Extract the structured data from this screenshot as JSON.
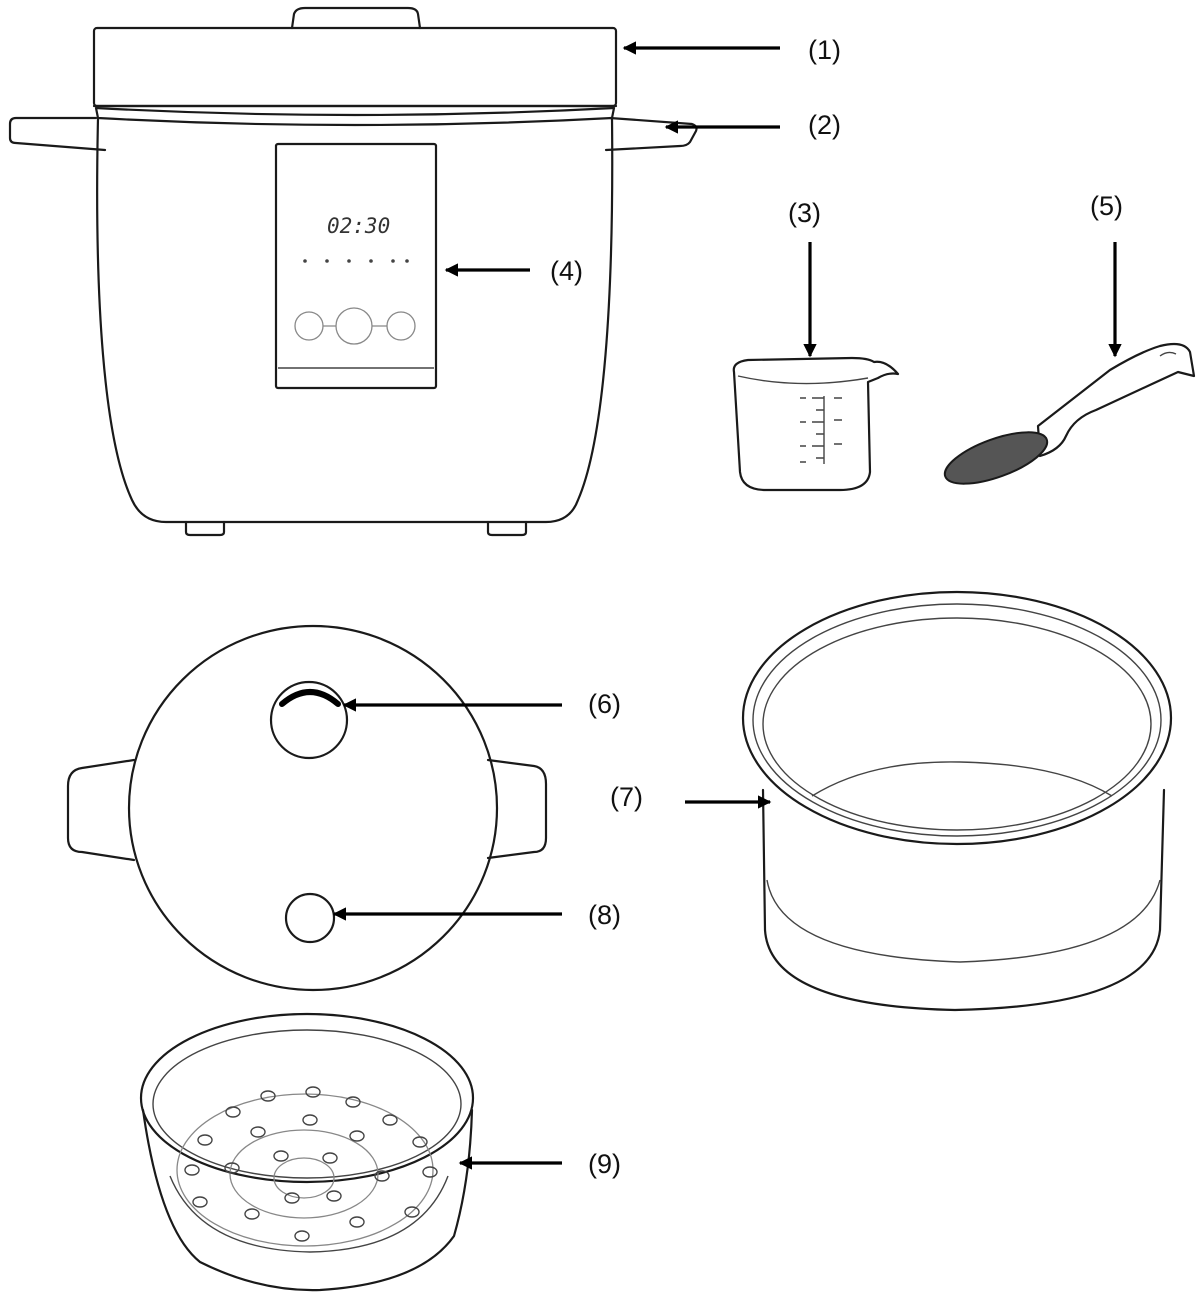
{
  "display": {
    "time": "02:30"
  },
  "callouts": [
    {
      "id": "1",
      "text": "(1)"
    },
    {
      "id": "2",
      "text": "(2)"
    },
    {
      "id": "3",
      "text": "(3)"
    },
    {
      "id": "4",
      "text": "(4)"
    },
    {
      "id": "5",
      "text": "(5)"
    },
    {
      "id": "6",
      "text": "(6)"
    },
    {
      "id": "7",
      "text": "(7)"
    },
    {
      "id": "8",
      "text": "(8)"
    },
    {
      "id": "9",
      "text": "(9)"
    }
  ],
  "colors": {
    "line": "#1a1a1a",
    "arrow": "#000000",
    "background": "#ffffff"
  }
}
